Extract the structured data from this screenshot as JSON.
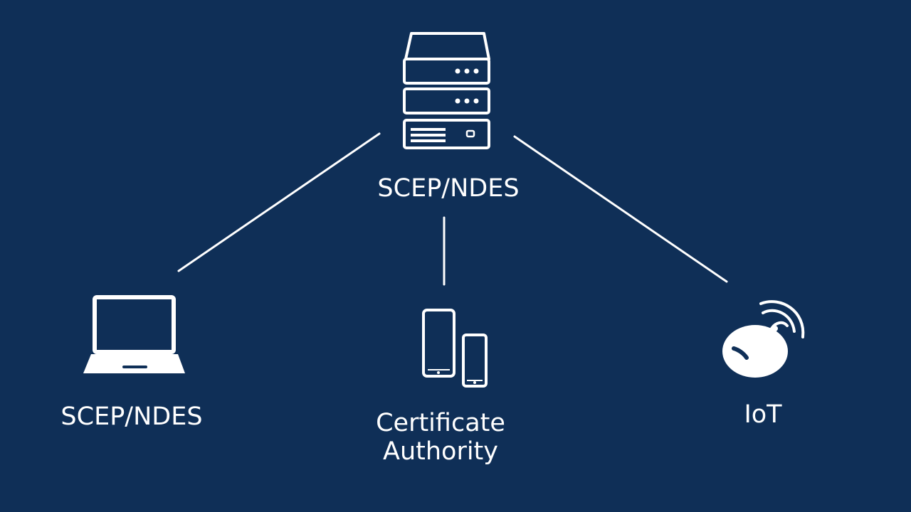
{
  "diagram": {
    "background_color": "#0f2f57",
    "foreground_color": "#ffffff",
    "nodes": {
      "server": {
        "label": "SCEP/NDES",
        "icon": "server-stack-icon"
      },
      "laptop": {
        "label": "SCEP/NDES",
        "icon": "laptop-icon"
      },
      "certificate_authority": {
        "label_line1": "Certificate",
        "label_line2": "Authority",
        "icon": "mobile-devices-icon"
      },
      "iot": {
        "label": "IoT",
        "icon": "iot-wireless-icon"
      }
    },
    "connections": [
      {
        "from": "server",
        "to": "laptop"
      },
      {
        "from": "server",
        "to": "certificate_authority"
      },
      {
        "from": "server",
        "to": "iot"
      }
    ]
  }
}
